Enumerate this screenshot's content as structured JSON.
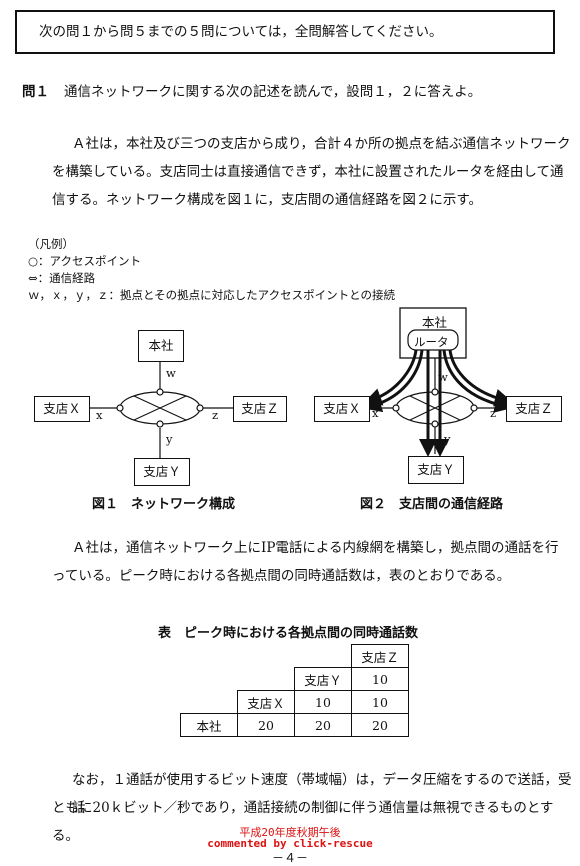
{
  "notice": "次の問１から問５までの５問については，全問解答してください。",
  "question": {
    "number": "問１",
    "text": "通信ネットワークに関する次の記述を読んで，設問１，２に答えよ。"
  },
  "para1": [
    "Ａ社は，本社及び三つの支店から成り，合計４か所の拠点を結ぶ通信ネットワーク",
    "を構築している。支店同士は直接通信できず，本社に設置されたルータを経由して通",
    "信する。ネットワーク構成を図１に，支店間の通信経路を図２に示す。"
  ],
  "legend": {
    "title": "（凡例）",
    "items": [
      "○：アクセスポイント",
      "⇔：通信経路",
      "ｗ，ｘ，ｙ，ｚ：拠点とその拠点に対応したアクセスポイントとの接続"
    ]
  },
  "figure1": {
    "caption": "図１　ネットワーク構成",
    "nodes": {
      "hq": "本社",
      "x": "支店Ｘ",
      "y": "支店Ｙ",
      "z": "支店Ｚ"
    },
    "links": {
      "w": "w",
      "x": "x",
      "y": "y",
      "z": "z"
    }
  },
  "figure2": {
    "caption": "図２　支店間の通信経路",
    "nodes": {
      "hq": "本社",
      "router": "ルータ",
      "x": "支店Ｘ",
      "y": "支店Ｙ",
      "z": "支店Ｚ"
    },
    "links": {
      "w": "w",
      "x": "x",
      "y": "y",
      "z": "z"
    }
  },
  "para2": [
    "Ａ社は，通信ネットワーク上にIP電話による内線網を構築し，拠点間の通話を行",
    "っている。ピーク時における各拠点間の同時通話数は，表のとおりである。"
  ],
  "table": {
    "title": "表　ピーク時における各拠点間の同時通話数",
    "col_headers": [
      "支店Ｘ",
      "支店Ｙ",
      "支店Ｚ"
    ],
    "rows": [
      {
        "label": "支店Ｙ",
        "values": [
          "10"
        ]
      },
      {
        "label": "支店Ｘ",
        "values": [
          "10",
          "10"
        ]
      },
      {
        "label": "本社",
        "values": [
          "20",
          "20",
          "20"
        ]
      }
    ]
  },
  "para3": [
    "なお，１通話が使用するビット速度（帯域幅）は，データ圧縮をするので送話，受話",
    "ともに20ｋビット／秒であり，通話接続の制御に伴う通信量は無視できるものとする。"
  ],
  "footer": {
    "session": "平成20年度秋期午後",
    "comment": "commented by click-rescue",
    "page": "－４－"
  }
}
